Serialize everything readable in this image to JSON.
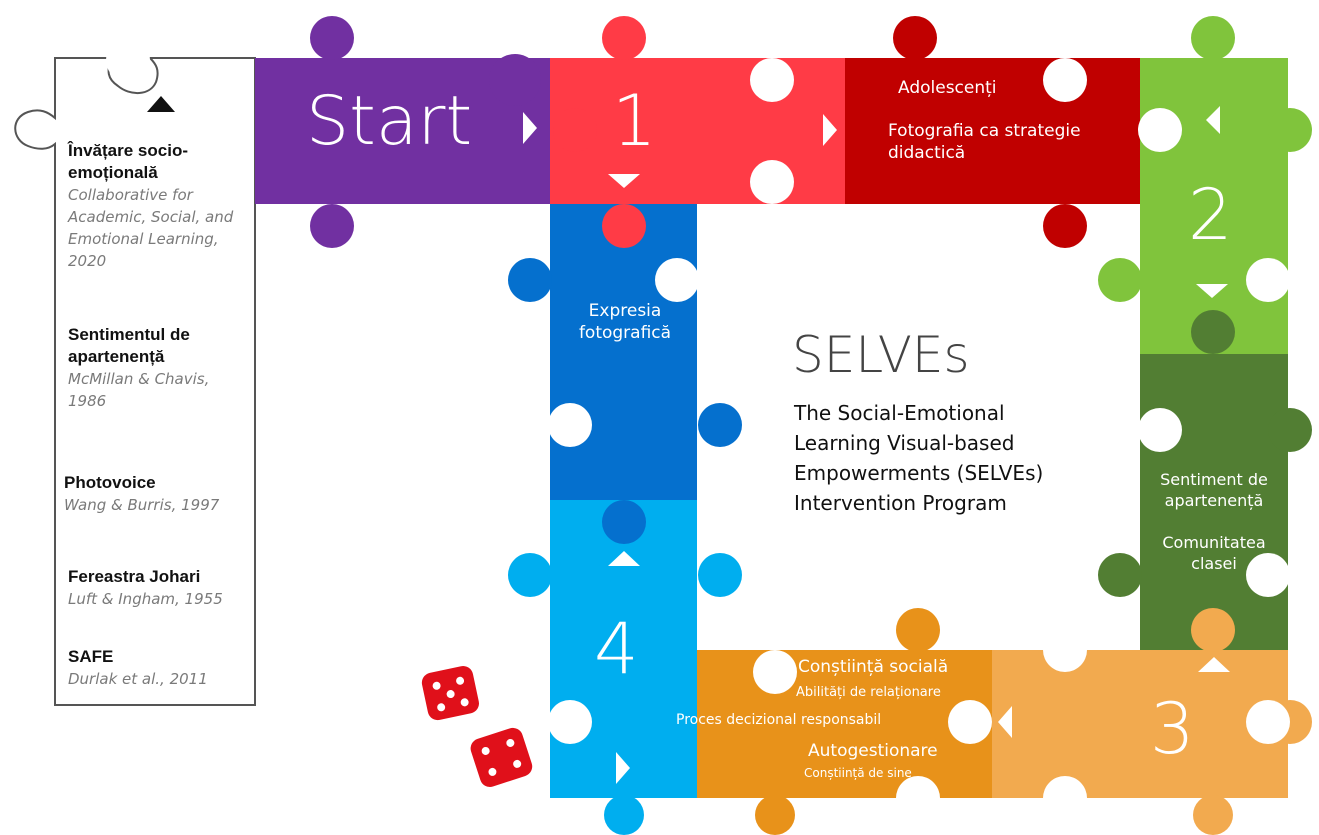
{
  "colors": {
    "start": "#7130A1",
    "one": "#FF3B46",
    "adolescenti": "#C00000",
    "two": "#80C43C",
    "sentiment": "#527E33",
    "three": "#F2AA4F",
    "orange": "#E8921A",
    "four": "#00AEEF",
    "expresia": "#0570CE",
    "dice": "#E0101A"
  },
  "board": {
    "start_label": "Start",
    "step1_label": "1",
    "step2_label": "2",
    "step3_label": "3",
    "step4_label": "4",
    "adolescenti": "Adolescenți",
    "fotografia": "Fotografia ca strategie didactică",
    "expresia": "Expresia fotografică",
    "sentiment": "Sentiment de apartenență",
    "comunitatea": "Comunitatea clasei",
    "constiinta_sociala": "Conștiință socială",
    "abilitati": "Abilități de relaționare",
    "proces": "Proces decizional responsabil",
    "autogestionare": "Autogestionare",
    "constiinta_sine": "Conștiință de sine"
  },
  "center": {
    "title": "SELVEs",
    "subtitle": "The Social-Emotional Learning Visual-based Empowerments (SELVEs) Intervention Program"
  },
  "sidebar": {
    "items": [
      {
        "title": "Învățare socio-emoțională",
        "citation": "Collaborative for Academic, Social, and Emotional Learning, 2020"
      },
      {
        "title": "Sentimentul de apartenență",
        "citation": "McMillan & Chavis, 1986"
      },
      {
        "title": "Photovoice",
        "citation": "Wang & Burris, 1997"
      },
      {
        "title": "Fereastra Johari",
        "citation": "Luft & Ingham, 1955"
      },
      {
        "title": "SAFE",
        "citation": "Durlak et al., 2011"
      }
    ]
  }
}
